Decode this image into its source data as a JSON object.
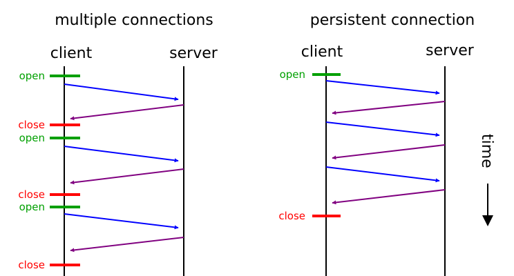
{
  "left": {
    "title": "multiple connections",
    "client_label": "client",
    "server_label": "server",
    "open_labels": [
      "open",
      "open",
      "open"
    ],
    "close_labels": [
      "close",
      "close",
      "close"
    ]
  },
  "right": {
    "title": "persistent connection",
    "client_label": "client",
    "server_label": "server",
    "open_label": "open",
    "close_label": "close"
  },
  "time_label": "time",
  "colors": {
    "request": "#0000ff",
    "response": "#800080",
    "open": "#00a000",
    "close": "#ff0000",
    "lifeline": "#000000"
  }
}
